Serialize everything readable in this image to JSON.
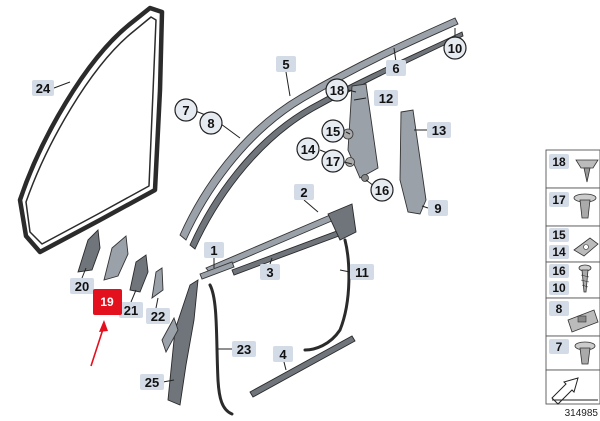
{
  "diagram": {
    "reference_number": "314985",
    "highlighted_part": "19",
    "callouts": {
      "p1": "1",
      "p2": "2",
      "p3": "3",
      "p4": "4",
      "p5": "5",
      "p6": "6",
      "p7": "7",
      "p8": "8",
      "p9": "9",
      "p10": "10",
      "p11": "11",
      "p12": "12",
      "p13": "13",
      "p14": "14",
      "p15": "15",
      "p16": "16",
      "p17": "17",
      "p18": "18",
      "p20": "20",
      "p21": "21",
      "p22": "22",
      "p23": "23",
      "p24": "24",
      "p25": "25"
    },
    "legend": [
      {
        "label": "18",
        "icon": "push-clip-icon"
      },
      {
        "label": "17",
        "icon": "expansion-rivet-icon"
      },
      {
        "label_top": "15",
        "label_bottom": "14",
        "icon": "bracket-clip-icon"
      },
      {
        "label_top": "16",
        "label_bottom": "10",
        "icon": "screw-icon"
      },
      {
        "label": "8",
        "icon": "panel-clip-icon"
      },
      {
        "label": "7",
        "icon": "mushroom-clip-icon"
      },
      {
        "icon": "contents-arrow-icon"
      }
    ],
    "colors": {
      "callout_fill": "#d3dbe6",
      "highlight": "#e3101e",
      "arrow": "#e3101e"
    }
  }
}
